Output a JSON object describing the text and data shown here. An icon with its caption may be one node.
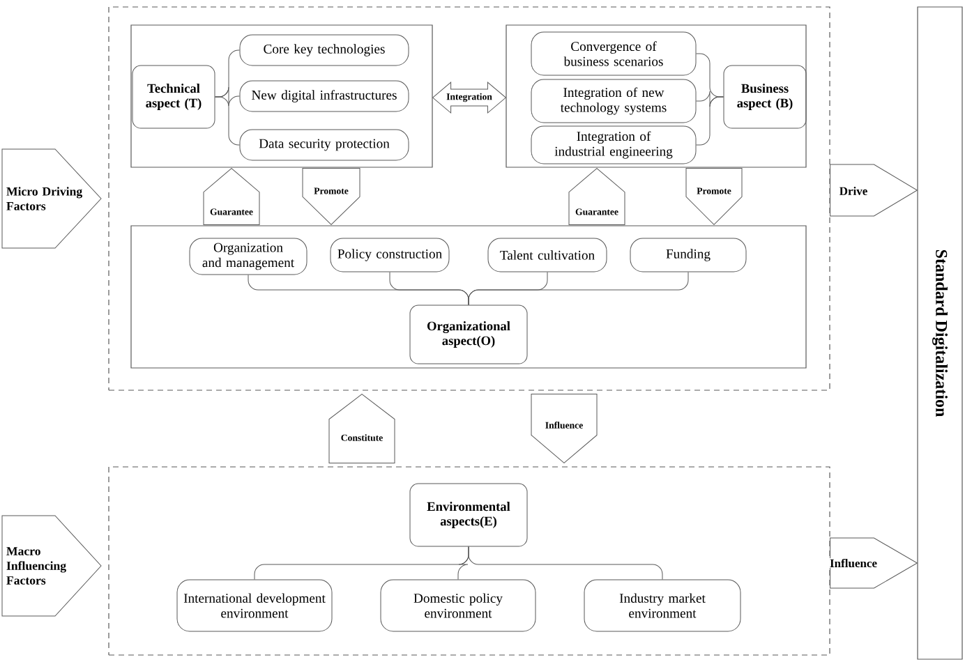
{
  "diagram": {
    "nodes": [
      {
        "text": [],
        "shape": "box"
      },
      {
        "text": [
          "Micro Driving Factors"
        ]
      },
      {
        "text": [],
        "shape": "box",
        "in": 0
      },
      {
        "text": [
          "Technical aspect (T)"
        ],
        "in": 2
      },
      {
        "text": [
          "Core key technologies"
        ],
        "in": 2
      },
      {
        "text": [
          "New digital infrastructures"
        ],
        "in": 2
      },
      {
        "text": [
          "Data security protection"
        ],
        "in": 2
      },
      {
        "text": [],
        "shape": "box",
        "in": 0
      },
      {
        "text": [
          "Convergence of business scenarios"
        ],
        "in": 7
      },
      {
        "text": [
          "Integration of new technology systems"
        ],
        "in": 7
      },
      {
        "text": [
          "Integration of industrial engineering"
        ],
        "in": 7
      },
      {
        "text": [
          "Business aspect (B)"
        ],
        "in": 7
      },
      {
        "text": [],
        "shape": "box",
        "in": 0
      },
      {
        "text": [
          "Organization and management"
        ],
        "in": 12
      },
      {
        "text": [
          "Policy construction"
        ],
        "in": 12
      },
      {
        "text": [
          "Talent cultivation"
        ],
        "in": 12
      },
      {
        "text": [
          "Funding"
        ],
        "in": 12
      },
      {
        "text": [
          "Organizational aspect(O)"
        ],
        "in": 12
      },
      {
        "text": [],
        "shape": "box"
      },
      {
        "text": [
          "Macro Influencing Factors"
        ]
      },
      {
        "text": [
          "Environmental aspects(E)"
        ],
        "in": 18
      },
      {
        "text": [
          "International development environment"
        ],
        "in": 18
      },
      {
        "text": [
          "Domestic policy environment"
        ],
        "in": 18
      },
      {
        "text": [
          "Industry market environment"
        ],
        "in": 18
      },
      {
        "text": [
          "Standard Digitalization"
        ]
      }
    ],
    "edges": [
      {
        "from": 3,
        "to": 4,
        "arrow": "none"
      },
      {
        "from": 3,
        "to": 5,
        "arrow": "none"
      },
      {
        "from": 3,
        "to": 6,
        "arrow": "none"
      },
      {
        "from": 11,
        "to": 8,
        "arrow": "none"
      },
      {
        "from": 11,
        "to": 9,
        "arrow": "none"
      },
      {
        "from": 11,
        "to": 10,
        "arrow": "none"
      },
      {
        "from": 17,
        "to": 13,
        "arrow": "none"
      },
      {
        "from": 17,
        "to": 14,
        "arrow": "none"
      },
      {
        "from": 17,
        "to": 15,
        "arrow": "none"
      },
      {
        "from": 17,
        "to": 16,
        "arrow": "none"
      },
      {
        "from": 20,
        "to": 21,
        "arrow": "none"
      },
      {
        "from": 20,
        "to": 22,
        "arrow": "none"
      },
      {
        "from": 20,
        "to": 23,
        "arrow": "none"
      },
      {
        "from": 2,
        "to": 7,
        "arrow": "both",
        "label": "Integration"
      },
      {
        "from": 12,
        "to": 2,
        "arrow": "to",
        "label": "Guarantee"
      },
      {
        "from": 2,
        "to": 12,
        "arrow": "to",
        "label": "Promote"
      },
      {
        "from": 12,
        "to": 7,
        "arrow": "to",
        "label": "Guarantee"
      },
      {
        "from": 7,
        "to": 12,
        "arrow": "to",
        "label": "Promote"
      },
      {
        "from": 0,
        "to": 24,
        "arrow": "to",
        "label": "Drive"
      },
      {
        "from": 18,
        "to": 24,
        "arrow": "to",
        "label": "Influence"
      },
      {
        "from": 18,
        "to": 0,
        "arrow": "to",
        "label": "Constitute"
      },
      {
        "from": 0,
        "to": 18,
        "arrow": "to",
        "label": "Influence"
      }
    ]
  }
}
